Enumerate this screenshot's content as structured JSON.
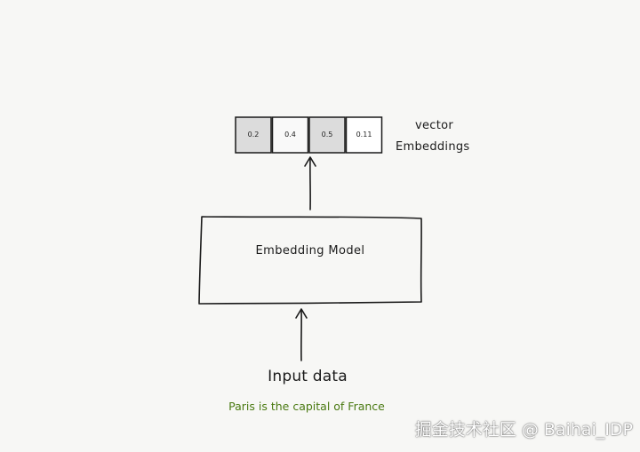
{
  "vector": {
    "cells": [
      {
        "value": "0.2",
        "fill": "#dcdcdc"
      },
      {
        "value": "0.4",
        "fill": "#f9f9f9"
      },
      {
        "value": "0.5",
        "fill": "#dcdcdc"
      },
      {
        "value": "0.11",
        "fill": "#ffffff"
      }
    ],
    "label_line1": "vector",
    "label_line2": "Embeddings"
  },
  "model": {
    "label": "Embedding Model"
  },
  "input": {
    "label": "Input data",
    "example": "Paris is the capital of France"
  },
  "watermark": "掘金技术社区 @ Baihai_IDP",
  "colors": {
    "background": "#f7f7f5",
    "ink": "#1a1a1a",
    "example_text": "#4a7a12",
    "highlight_cell": "#dcdcdc"
  }
}
